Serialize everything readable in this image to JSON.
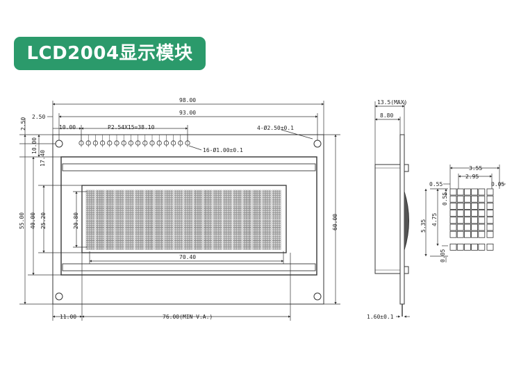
{
  "title": "LCD2004显示模块",
  "colors": {
    "badge": "#2b9a6b",
    "line": "#333333",
    "text": "#222222"
  },
  "front_view": {
    "width": "98.00",
    "hole_span": "93.00",
    "hole_offset": "2.50",
    "pin_start": "10.00",
    "pin_pitch": "P2.54X15=38.10",
    "mount_holes": "4-Ø2.50±0.1",
    "pins": "16-Ø1.00±0.1",
    "hole_v_offset": "10.00",
    "window_top": "17.40",
    "height_inner": "55.00",
    "window_height": "40.00",
    "view_height": "25.20",
    "char_height": "20.80",
    "char_width": "70.40",
    "height": "60.00",
    "left_offset": "11.00",
    "view_width": "76.00(MIN V.A.)"
  },
  "side_view": {
    "max_thickness": "13.5(MAX)",
    "pcb_offset": "8.80",
    "pcb_thickness": "1.60±0.1"
  },
  "char_detail": {
    "width": "3.55",
    "dot_pitch": "2.95",
    "left_gap": "0.55",
    "right_gap": "0.05",
    "dot_size": "0.55",
    "char_height_a": "4.75",
    "char_height_b": "5.35",
    "bottom_gap": "0.05"
  }
}
